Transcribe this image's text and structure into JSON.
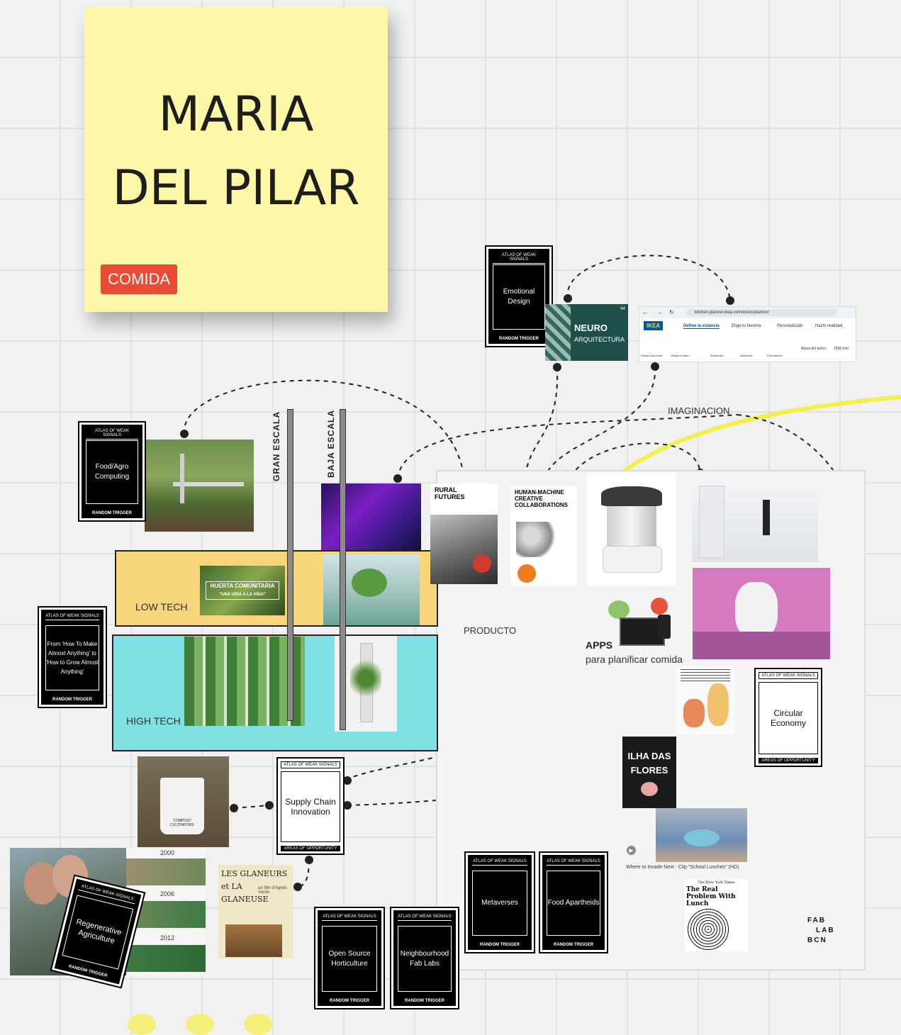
{
  "sticky": {
    "title": "MARIA\nDEL PILAR",
    "tag": "COMIDA",
    "color": "#fdf7a8",
    "tag_color": "#e94b35"
  },
  "zones": {
    "low_tech": "LOW TECH",
    "high_tech": "HIGH TECH",
    "low_color": "#f7d57a",
    "high_color": "#7ee0e2"
  },
  "scales": {
    "gran": "GRAN ESCALA",
    "baja": "BAJA ESCALA"
  },
  "labels": {
    "imaginacion": "IMAGINACION",
    "producto": "PRODUCTO",
    "apps": "APPS",
    "apps_sub": "para planificar comida"
  },
  "cards": {
    "emotional": {
      "header": "ATLAS OF WEAK SIGNALS",
      "body": "Emotional Design",
      "footer": "RANDOM TRIGGER"
    },
    "food_agro": {
      "header": "ATLAS OF WEAK SIGNALS",
      "body": "Food/Agro Computing",
      "footer": "RANDOM TRIGGER"
    },
    "fab_to_grow": {
      "header": "ATLAS OF WEAK SIGNALS",
      "body": "From 'How To Make Almost Anything' to 'How to Grow Almost Anything'",
      "footer": "RANDOM TRIGGER"
    },
    "regenerative": {
      "header": "ATLAS OF WEAK SIGNALS",
      "body": "Regenerative Agriculture",
      "footer": "RANDOM TRIGGER"
    },
    "open_source": {
      "header": "ATLAS OF WEAK SIGNALS",
      "body": "Open Source Horticulture",
      "footer": "RANDOM TRIGGER"
    },
    "neighbourhood": {
      "header": "ATLAS OF WEAK SIGNALS",
      "body": "Neighbourhood Fab Labs",
      "footer": "RANDOM TRIGGER"
    },
    "metaverses": {
      "header": "ATLAS OF WEAK SIGNALS",
      "body": "Metaverses",
      "footer": "RANDOM TRIGGER"
    },
    "food_apartheids": {
      "header": "ATLAS OF WEAK SIGNALS",
      "body": "Food Apartheids",
      "footer": "RANDOM TRIGGER"
    },
    "supply_chain": {
      "header": "ATLAS OF WEAK SIGNALS",
      "body": "Supply Chain Innovation",
      "footer": "AREAS OF OPPORTUNITY"
    },
    "circular": {
      "header": "ATLAS OF WEAK SIGNALS",
      "body": "Circular Economy",
      "footer": "AREAS OF OPPORTUNITY"
    }
  },
  "images": {
    "neuro": {
      "title": "NEURO",
      "subtitle": "ARQUITECTURA",
      "badge": "64"
    },
    "ikea": {
      "url": "kitchen.planner.ikea.com/es/es/planner/",
      "logo": "IKEA",
      "tabs": [
        "Define la estancia",
        "Elige tu favorita",
        "Personalízalo",
        "Hazlo realidad"
      ],
      "tools": [
        "Dibuja una forma",
        "Dibuja el plano",
        "Elementos",
        "Aberturas",
        "Permanente"
      ],
      "ceiling_label": "Altura del techo",
      "ceiling_value": "2500 mm"
    },
    "rural": {
      "title": "RURAL FUTURES"
    },
    "hmc": {
      "title": "HUMAN-MACHINE CREATIVE COLLABORATIONS"
    },
    "huerta": {
      "title": "HUERTA COMUNITARIA",
      "subtitle": "\"UNA VIDA A LA VIDA\""
    },
    "ilha": {
      "title": "ILHA DAS FLORES"
    },
    "glaneurs": {
      "title": "LES GLANEURS et LA GLANEUSE",
      "credit": "un film d'Agnès Varda"
    },
    "school": {
      "caption": "Where to Invade Next - Clip \"School Lunches\" (HD)"
    },
    "nyt": {
      "source": "The New York Times",
      "headline": "The Real Problem With Lunch"
    },
    "years": [
      "2000",
      "2006",
      "2012"
    ],
    "bucket": {
      "label": "COMPOST CULTIVATORS"
    }
  },
  "fablab": [
    "FAB",
    "LAB",
    "BCN"
  ]
}
